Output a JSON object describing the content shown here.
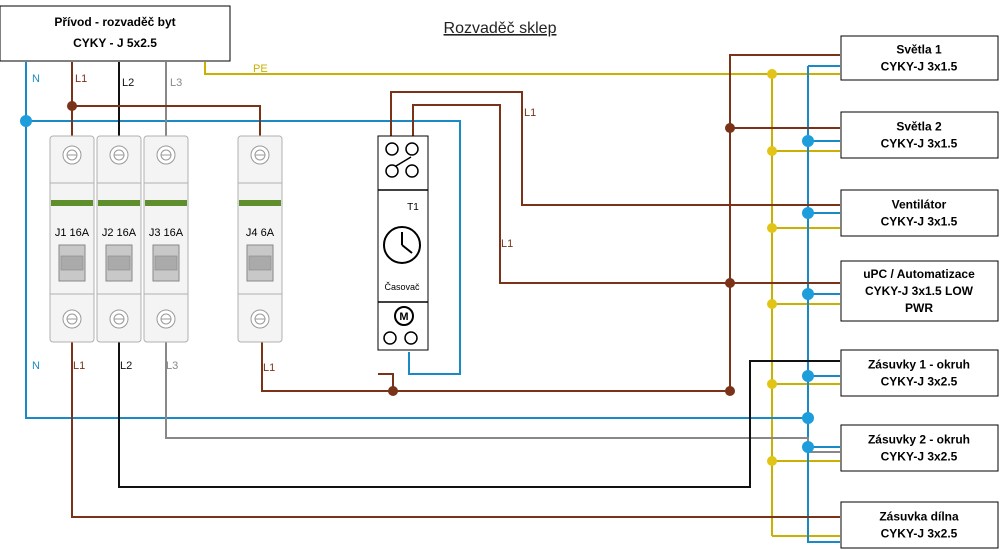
{
  "title": "Rozvaděč sklep",
  "supply": {
    "line1": "Přívod - rozvaděč byt",
    "line2": "CYKY - J 5x2.5"
  },
  "wire_labels": {
    "n": "N",
    "l1": "L1",
    "l2": "L2",
    "l3": "L3",
    "pe": "PE"
  },
  "breakers": [
    {
      "id": "j1",
      "label": "J1 16A"
    },
    {
      "id": "j2",
      "label": "J2 16A"
    },
    {
      "id": "j3",
      "label": "J3 16A"
    },
    {
      "id": "j4",
      "label": "J4 6A"
    }
  ],
  "timer": {
    "id": "T1",
    "label": "Časovač",
    "motor_symbol": "M"
  },
  "circuits": [
    {
      "line1": "Světla 1",
      "line2": "CYKY-J 3x1.5"
    },
    {
      "line1": "Světla 2",
      "line2": "CYKY-J 3x1.5"
    },
    {
      "line1": "Ventilátor",
      "line2": "CYKY-J 3x1.5"
    },
    {
      "line1": "uPC / Automatizace",
      "line2": "CYKY-J 3x1.5 LOW",
      "line3": "PWR"
    },
    {
      "line1": "Zásuvky 1 - okruh",
      "line2": "CYKY-J 3x2.5"
    },
    {
      "line1": "Zásuvky 2 - okruh",
      "line2": "CYKY-J 3x2.5"
    },
    {
      "line1": "Zásuvka dílna",
      "line2": "CYKY-J 3x2.5"
    }
  ],
  "colors": {
    "line_l1": "#7a3319",
    "line_l2": "#111111",
    "line_l3": "#888888",
    "neutral": "#1a8ac6",
    "pe": "#c8b100",
    "dot_blue": "#1d9ddb",
    "dot_yellow": "#e2c417",
    "breaker_green": "#5f8e2c"
  }
}
